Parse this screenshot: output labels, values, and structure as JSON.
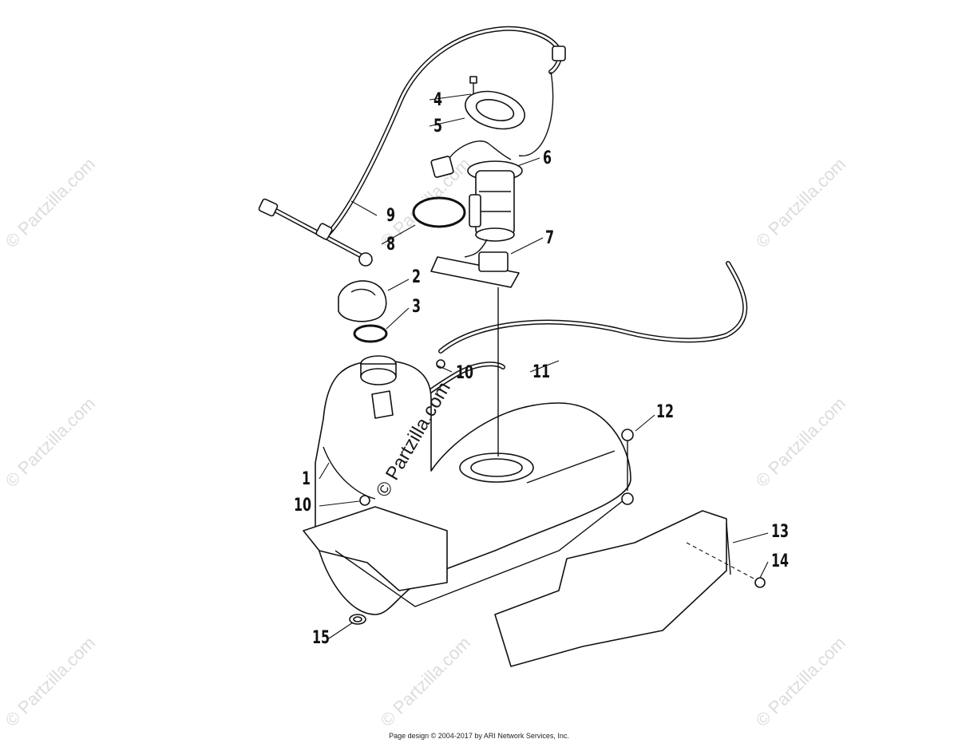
{
  "watermark_text": "© Partzilla.com",
  "center_watermark_text": "© Partzilla.com",
  "footer_text": "Page design © 2004-2017 by ARI Network Services, Inc.",
  "callouts": [
    {
      "id": "1",
      "label": "1"
    },
    {
      "id": "2",
      "label": "2"
    },
    {
      "id": "3",
      "label": "3"
    },
    {
      "id": "4",
      "label": "4"
    },
    {
      "id": "5",
      "label": "5"
    },
    {
      "id": "6",
      "label": "6"
    },
    {
      "id": "7",
      "label": "7"
    },
    {
      "id": "8",
      "label": "8"
    },
    {
      "id": "9",
      "label": "9"
    },
    {
      "id": "10a",
      "label": "10"
    },
    {
      "id": "10b",
      "label": "10"
    },
    {
      "id": "11",
      "label": "11"
    },
    {
      "id": "12",
      "label": "12"
    },
    {
      "id": "13",
      "label": "13"
    },
    {
      "id": "14",
      "label": "14"
    },
    {
      "id": "15",
      "label": "15"
    }
  ]
}
